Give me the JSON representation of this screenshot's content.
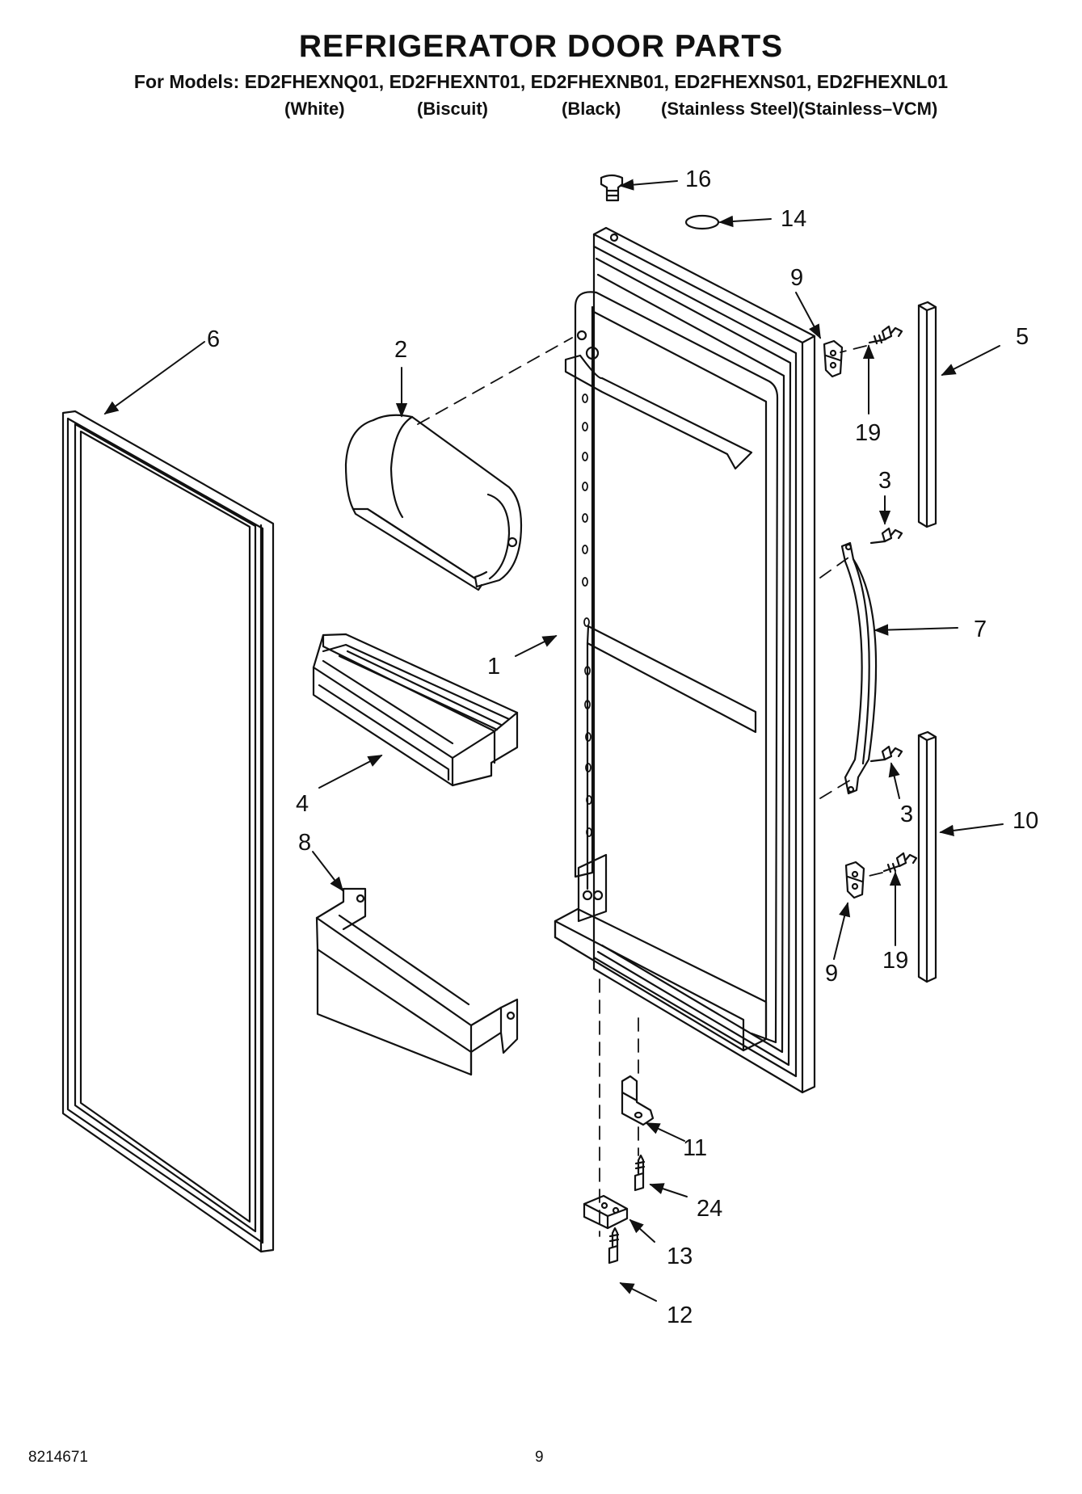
{
  "title": "REFRIGERATOR DOOR PARTS",
  "models_line": "For Models: ED2FHEXNQ01, ED2FHEXNT01, ED2FHEXNB01, ED2FHEXNS01, ED2FHEXNL01",
  "colors": [
    "(White)",
    "(Biscuit)",
    "(Black)",
    "(Stainless Steel)(Stainless–VCM)"
  ],
  "callouts": [
    "16",
    "14",
    "9",
    "6",
    "2",
    "5",
    "19",
    "3",
    "7",
    "1",
    "4",
    "3",
    "10",
    "8",
    "9",
    "19",
    "11",
    "24",
    "13",
    "12"
  ],
  "footer": {
    "doc_number": "8214671",
    "page_number": "9"
  }
}
